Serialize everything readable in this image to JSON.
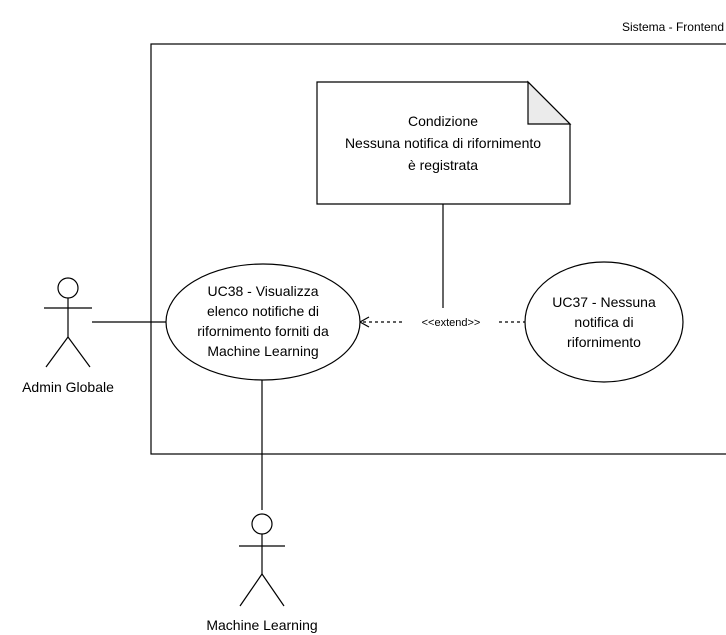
{
  "system": {
    "label": "Sistema - Frontend"
  },
  "note": {
    "lines": [
      "Condizione",
      "Nessuna notifica di rifornimento",
      "è registrata"
    ]
  },
  "actors": {
    "admin": {
      "label": "Admin Globale"
    },
    "ml": {
      "label": "Machine Learning"
    }
  },
  "use_cases": {
    "uc38": {
      "lines": [
        "UC38 - Visualizza",
        "elenco notifiche di",
        "rifornimento forniti da",
        "Machine Learning"
      ]
    },
    "uc37": {
      "lines": [
        "UC37 - Nessuna",
        "notifica di",
        "rifornimento"
      ]
    }
  },
  "relations": {
    "extend_label": "<<extend>>"
  }
}
